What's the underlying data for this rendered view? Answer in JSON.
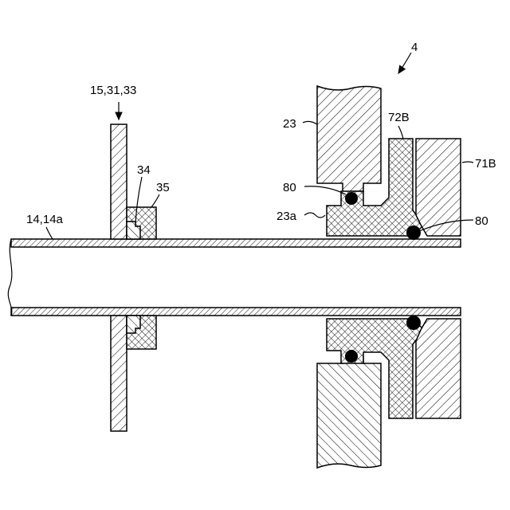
{
  "figure": {
    "labels": {
      "assembly": "4",
      "plate": "15,31,33",
      "ring_inner": "34",
      "ring_outer": "35",
      "tube": "14,14a",
      "block": "23",
      "block_edge": "23a",
      "seal_upper": "80",
      "seal_lower": "80",
      "sleeve": "72B",
      "flange": "71B"
    }
  }
}
